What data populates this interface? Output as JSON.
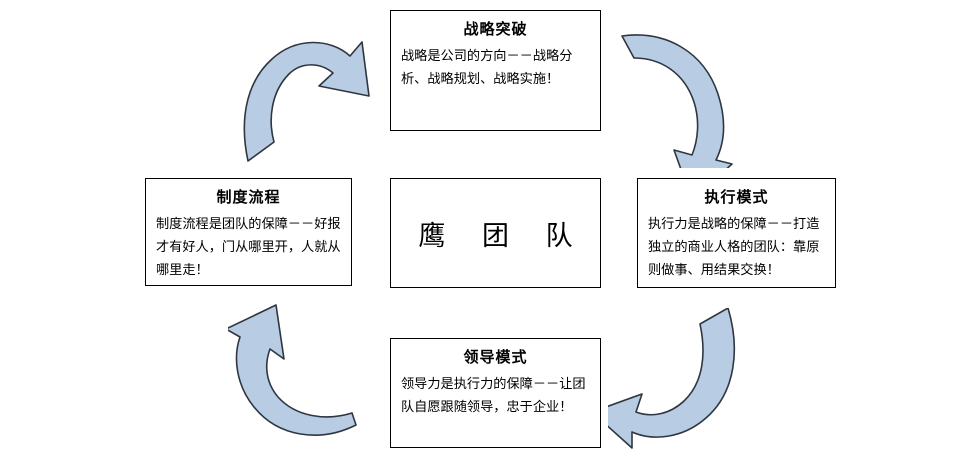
{
  "diagram": {
    "title": "鹰团队 循环图",
    "center": {
      "label": "鹰 团 队"
    },
    "colors": {
      "arrow_fill": "#B8CCE4",
      "arrow_stroke": "#2F3640",
      "box_border": "#000000",
      "box_background": "#FFFFFF",
      "text": "#000000"
    },
    "nodes": [
      {
        "id": "strategy",
        "position": "top",
        "title": "战略突破",
        "body": "战略是公司的方向－－战略分析、战略规划、战略实施！"
      },
      {
        "id": "execution",
        "position": "right",
        "title": "执行模式",
        "body": "执行力是战略的保障－－打造独立的商业人格的团队：靠原则做事、用结果交换！"
      },
      {
        "id": "leadership",
        "position": "bottom",
        "title": "领导模式",
        "body": "领导力是执行力的保障－－让团队自愿跟随领导，忠于企业！"
      },
      {
        "id": "process",
        "position": "left",
        "title": "制度流程",
        "body": "制度流程是团队的保障－－好报才有好人，门从哪里开，人就从哪里走！"
      }
    ],
    "arrows": [
      {
        "id": "top-left",
        "icon": "curved-arrow-up-right-icon"
      },
      {
        "id": "top-right",
        "icon": "curved-arrow-down-right-icon"
      },
      {
        "id": "bottom-right",
        "icon": "curved-arrow-down-left-icon"
      },
      {
        "id": "bottom-left",
        "icon": "curved-arrow-up-left-icon"
      }
    ]
  }
}
